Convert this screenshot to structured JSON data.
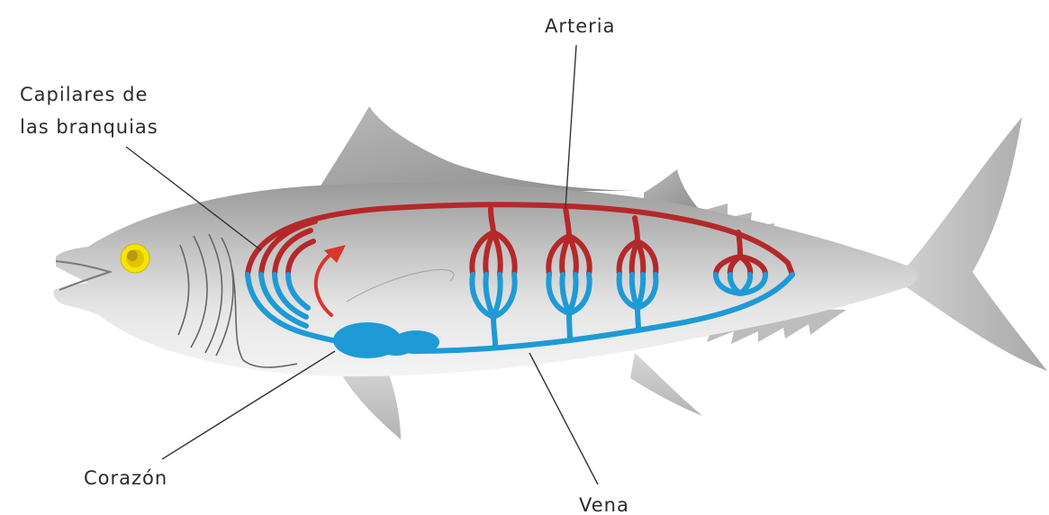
{
  "labels": {
    "gill_capillaries_line1": "Capilares de",
    "gill_capillaries_line2": "las branquias",
    "artery": "Arteria",
    "heart": "Corazón",
    "vein": "Vena"
  },
  "colors": {
    "artery": "#b5282a",
    "vein": "#1e9ad6",
    "flow_arrow": "#d9352b",
    "eye": "#f5e500",
    "body_gray": "#c9c9c9",
    "leader_line": "#333333"
  }
}
